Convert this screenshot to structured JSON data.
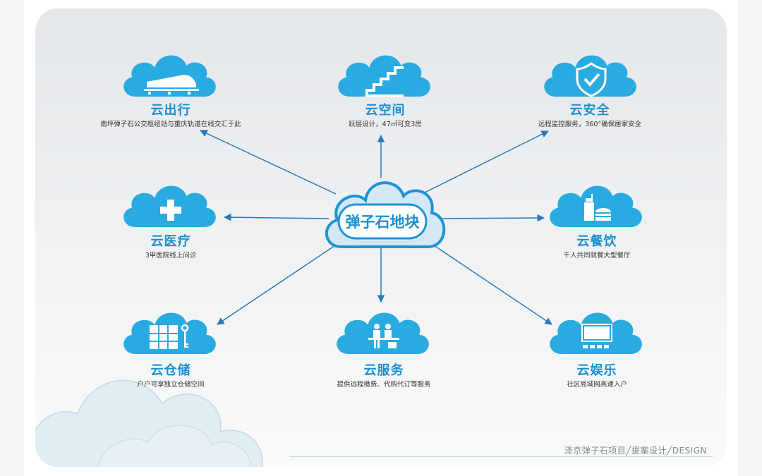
{
  "center": {
    "label": "弹子石地块"
  },
  "nodes": [
    {
      "id": "travel",
      "title": "云出行",
      "desc": "南坪弹子石公交枢纽站与重庆轨道在线交汇于此",
      "icon": "train-icon"
    },
    {
      "id": "space",
      "title": "云空间",
      "desc": "跃层设计，47㎡可变3房",
      "icon": "stairs-icon"
    },
    {
      "id": "security",
      "title": "云安全",
      "desc": "远程监控服务，360°确保居家安全",
      "icon": "shield-check-icon"
    },
    {
      "id": "medical",
      "title": "云医疗",
      "desc": "3甲医院线上问诊",
      "icon": "medical-cross-icon"
    },
    {
      "id": "dining",
      "title": "云餐饮",
      "desc": "千人共同就餐大型餐厅",
      "icon": "fast-food-icon"
    },
    {
      "id": "storage",
      "title": "云仓储",
      "desc": "户户可享独立仓储空间",
      "icon": "locker-key-icon"
    },
    {
      "id": "service",
      "title": "云服务",
      "desc": "提供远程缴费、代购代订等服务",
      "icon": "reception-service-icon"
    },
    {
      "id": "entertainment",
      "title": "云娱乐",
      "desc": "社区局域网高速入户",
      "icon": "cinema-screen-icon"
    }
  ],
  "footer": "泽京弹子石项目╱提案设计╱DESIGN",
  "colors": {
    "accent": "#1b8fd1",
    "cloud": "#29abe2",
    "arrow": "#2a7ab8",
    "cloud_light": "#cfe4f1"
  }
}
